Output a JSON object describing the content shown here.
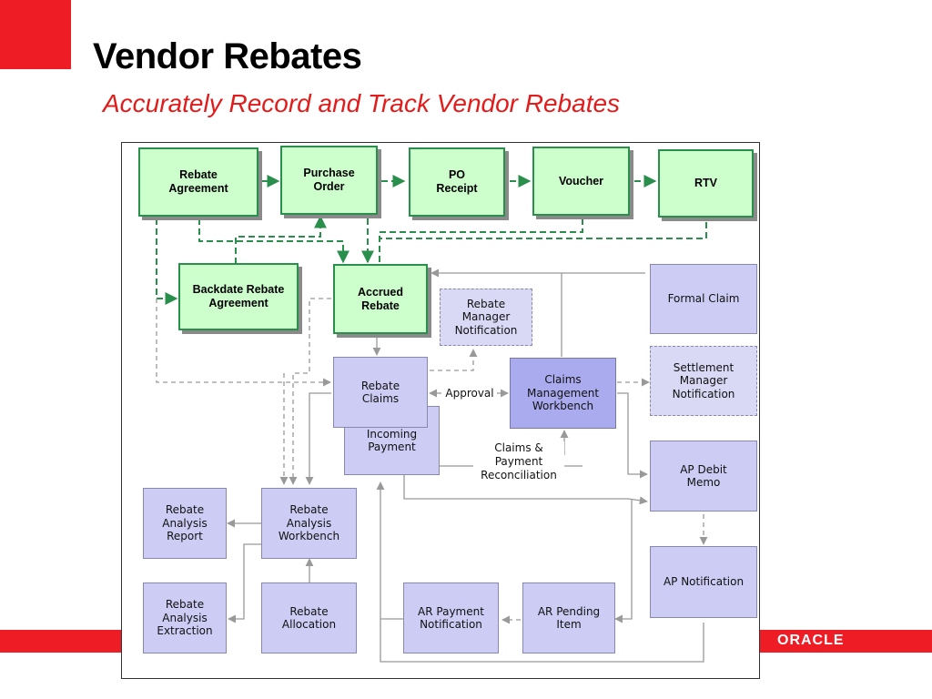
{
  "slide": {
    "title": "Vendor Rebates",
    "subtitle": "Accurately Record and Track Vendor Rebates",
    "logo": "ORACLE",
    "accent_color": "#ee1c25"
  },
  "diagram": {
    "nodes": {
      "rebate_agreement": "Rebate\nAgreement",
      "purchase_order": "Purchase\nOrder",
      "po_receipt": "PO\nReceipt",
      "voucher": "Voucher",
      "rtv": "RTV",
      "backdate_rebate_agreement": "Backdate Rebate\nAgreement",
      "accrued_rebate": "Accrued\nRebate",
      "rebate_manager_notification": "Rebate\nManager\nNotification",
      "formal_claim": "Formal Claim",
      "rebate_claims": "Rebate\nClaims",
      "claims_management_workbench": "Claims\nManagement\nWorkbench",
      "settlement_manager_notification": "Settlement\nManager\nNotification",
      "incoming_payment": "Incoming\nPayment",
      "ap_debit_memo": "AP Debit\nMemo",
      "rebate_analysis_report": "Rebate\nAnalysis\nReport",
      "rebate_analysis_workbench": "Rebate\nAnalysis\nWorkbench",
      "ap_notification": "AP Notification",
      "rebate_analysis_extraction": "Rebate\nAnalysis\nExtraction",
      "rebate_allocation": "Rebate\nAllocation",
      "ar_payment_notification": "AR Payment\nNotification",
      "ar_pending_item": "AR Pending\nItem"
    },
    "labels": {
      "approval": "Approval",
      "claims_payment_reconciliation": "Claims &\nPayment\nReconciliation"
    },
    "colors": {
      "green_fill": "#ccffcc",
      "green_border": "#2a8f4c",
      "purple_fill": "#ccccf5",
      "purple_dark_fill": "#aaaaee"
    }
  }
}
